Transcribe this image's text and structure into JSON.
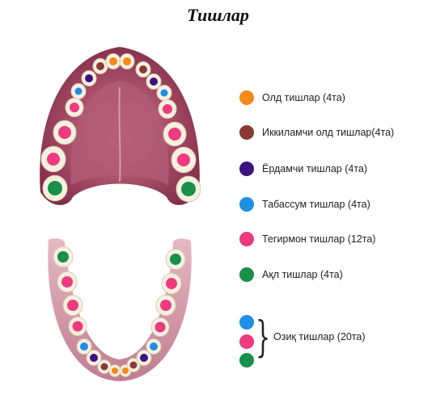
{
  "title": "Тишлар",
  "colors": {
    "orange": "#f28a1c",
    "brown": "#8a3a32",
    "indigo": "#3a137f",
    "blue": "#1e8fe6",
    "pink": "#ee3a7e",
    "green": "#17904a",
    "gum": "#a84765",
    "tooth": "#f6f0e0"
  },
  "legend": [
    {
      "color": "#f28a1c",
      "label": "Олд тишлар (4та)"
    },
    {
      "color": "#8a3a32",
      "label": "Иккиламчи олд тишлар(4та)"
    },
    {
      "color": "#3a137f",
      "label": "Ёрдамчи тишлар (4та)"
    },
    {
      "color": "#1e8fe6",
      "label": "Табассум тишлар (4та)"
    },
    {
      "color": "#ee3a7e",
      "label": "Тегирмон тишлар (12та)"
    },
    {
      "color": "#17904a",
      "label": "Ақл тишлар (4та)"
    }
  ],
  "group": {
    "colors": [
      "#1e8fe6",
      "#ee3a7e",
      "#17904a"
    ],
    "label": "Озиқ тишлар (20та)"
  }
}
